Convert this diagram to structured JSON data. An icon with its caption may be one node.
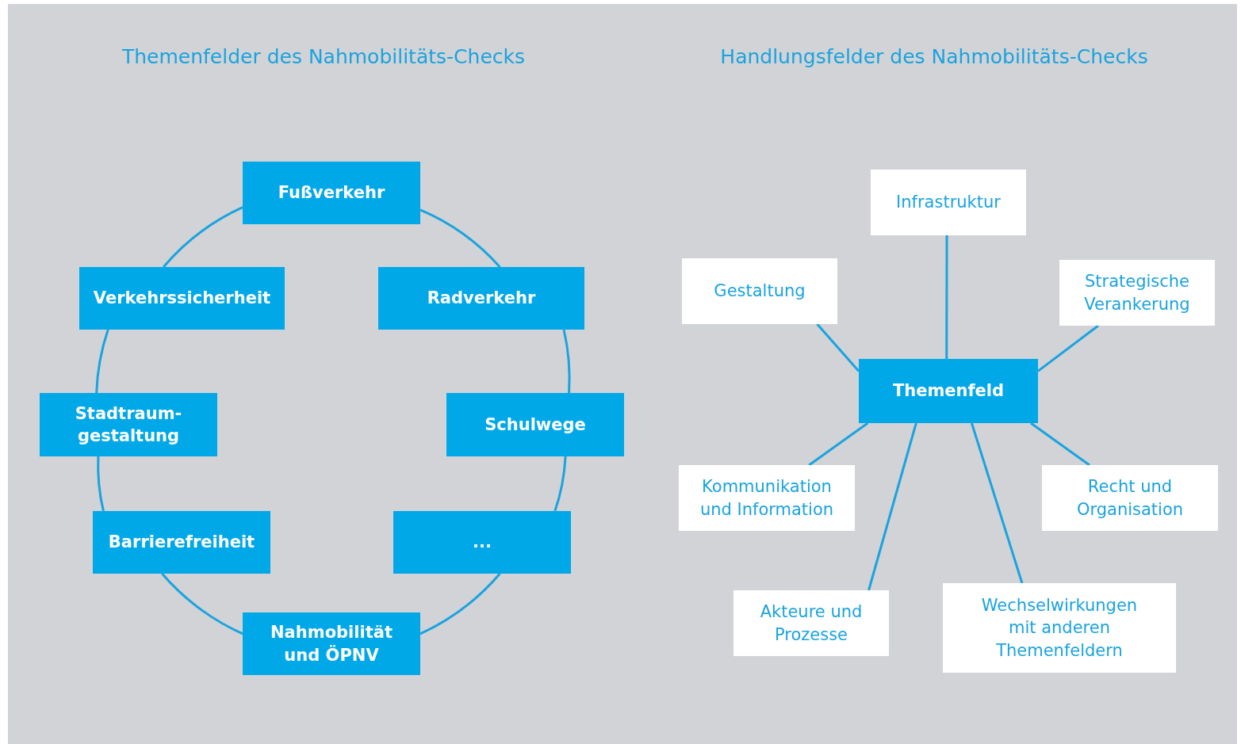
{
  "diagram": {
    "nodes": [
      {
        "text": [
          "Fußverkehr"
        ]
      },
      {
        "text": [
          "Verkehrssicherheit"
        ]
      },
      {
        "text": [
          "Radverkehr"
        ]
      },
      {
        "text": [
          "Stadtraum- gestaltung"
        ]
      },
      {
        "text": [
          "Schulwege"
        ]
      },
      {
        "text": [
          "Barrierefreiheit"
        ]
      },
      {
        "text": [
          "..."
        ]
      },
      {
        "text": [
          "Nahmobilität und ÖPNV"
        ]
      },
      {
        "text": [
          "Infrastruktur"
        ]
      },
      {
        "text": [
          "Gestaltung"
        ]
      },
      {
        "text": [
          "Strategische Verankerung"
        ]
      },
      {
        "text": [
          "Themenfeld"
        ]
      },
      {
        "text": [
          "Kommunikation und Information"
        ]
      },
      {
        "text": [
          "Recht und Organisation"
        ]
      },
      {
        "text": [
          "Akteure und Prozesse"
        ]
      },
      {
        "text": [
          "Wechselwirkungen mit anderen Themenfeldern"
        ]
      }
    ],
    "edges": [
      {
        "from": 0,
        "to": 2,
        "arrow": "none"
      },
      {
        "from": 2,
        "to": 4,
        "arrow": "none"
      },
      {
        "from": 4,
        "to": 6,
        "arrow": "none"
      },
      {
        "from": 6,
        "to": 7,
        "arrow": "none"
      },
      {
        "from": 7,
        "to": 5,
        "arrow": "none"
      },
      {
        "from": 5,
        "to": 3,
        "arrow": "none"
      },
      {
        "from": 3,
        "to": 1,
        "arrow": "none"
      },
      {
        "from": 1,
        "to": 0,
        "arrow": "none"
      },
      {
        "from": 11,
        "to": 8,
        "arrow": "none"
      },
      {
        "from": 11,
        "to": 9,
        "arrow": "none"
      },
      {
        "from": 11,
        "to": 10,
        "arrow": "none"
      },
      {
        "from": 11,
        "to": 12,
        "arrow": "none"
      },
      {
        "from": 11,
        "to": 13,
        "arrow": "none"
      },
      {
        "from": 11,
        "to": 14,
        "arrow": "none"
      },
      {
        "from": 11,
        "to": 15,
        "arrow": "none"
      }
    ],
    "labels": [
      "Themenfelder des Nahmobilitäts-Checks",
      "Handlungsfelder des Nahmobilitäts-Checks"
    ]
  }
}
